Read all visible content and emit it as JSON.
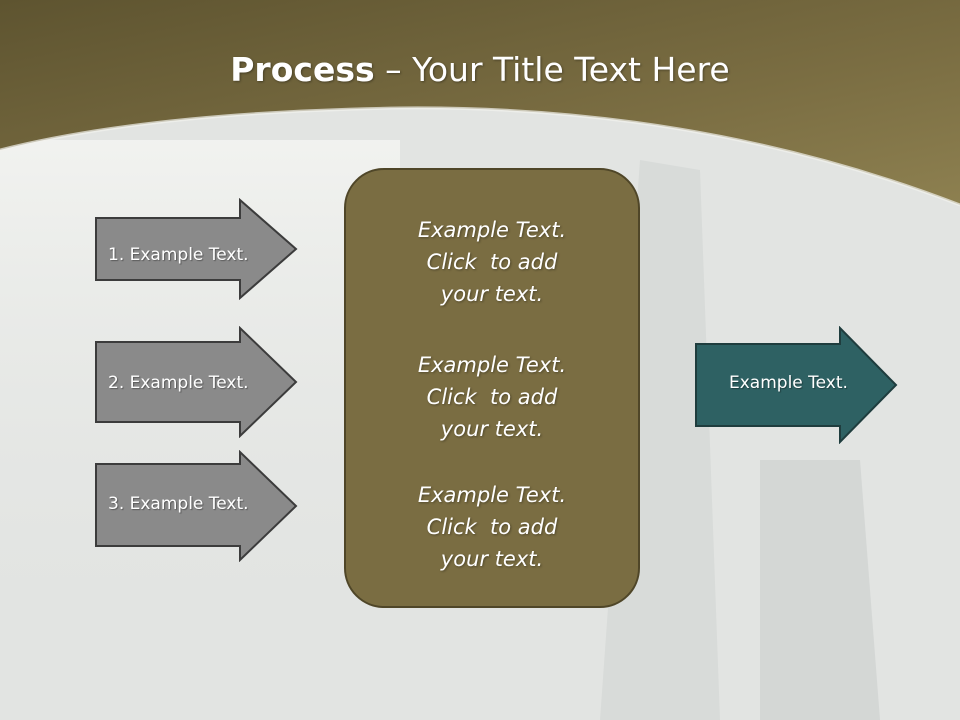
{
  "title": {
    "bold": "Process",
    "rest": " – Your Title Text Here"
  },
  "left_arrows": [
    {
      "label": "1. Example Text."
    },
    {
      "label": "2. Example Text."
    },
    {
      "label": "3. Example Text."
    }
  ],
  "center_box": {
    "paragraphs": [
      "Example Text.\nClick  to add\nyour text.",
      "Example Text.\nClick  to add\nyour text.",
      "Example Text.\nClick  to add\nyour text."
    ]
  },
  "right_arrow": {
    "label": "Example Text."
  },
  "colors": {
    "header_band": "#6e6338",
    "center_box": "#7a6d42",
    "left_arrow": "#8a8a8a",
    "right_arrow": "#2e6163"
  }
}
